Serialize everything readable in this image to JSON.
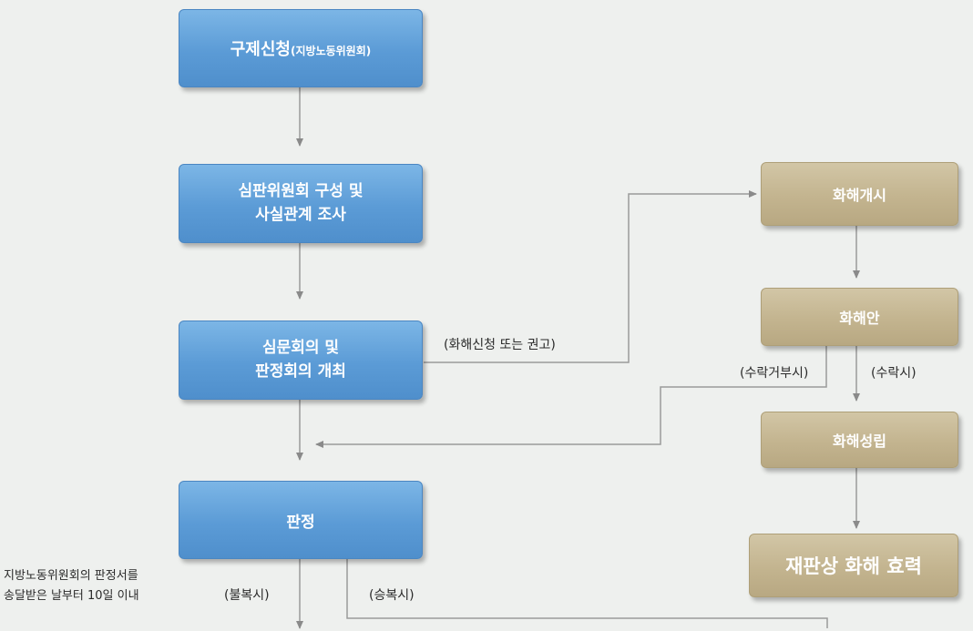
{
  "boxes": {
    "relief": {
      "main": "구제신청",
      "sub": "(지방노동위원회)"
    },
    "committee": {
      "line1": "심판위원회 구성 및",
      "line2": "사실관계 조사"
    },
    "hearing": {
      "line1": "심문회의 및",
      "line2": "판정회의 개최"
    },
    "decision": {
      "text": "판정"
    },
    "settle_start": {
      "text": "화해개시"
    },
    "settle_draft": {
      "text": "화해안"
    },
    "settle_done": {
      "text": "화해성립"
    },
    "settle_effect": {
      "text": "재판상 화해 효력"
    }
  },
  "labels": {
    "settle_request": "(화해신청 또는 권고)",
    "reject": "(수락거부시)",
    "accept": "(수락시)",
    "disagree": "(불복시)",
    "win": "(승복시)"
  },
  "note": {
    "line1": "지방노동위원회의 판정서를",
    "line2": "송달받은 날부터 10일 이내"
  },
  "colors": {
    "blue_box": "#5b9bd6",
    "tan_box": "#c3b48f",
    "arrow": "#8a8a8a",
    "background": "#eef0ee"
  }
}
